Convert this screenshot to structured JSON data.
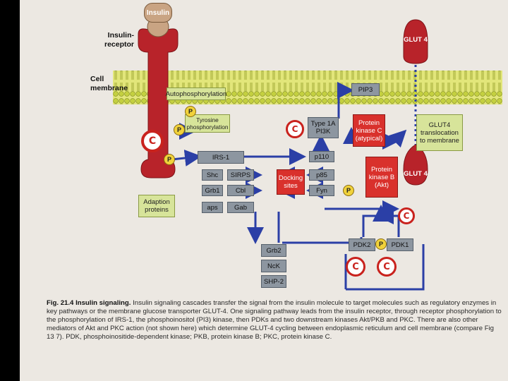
{
  "figure": {
    "insulin": "Insulin",
    "insulin_receptor": "Insulin-\nreceptor",
    "cell_membrane": "Cell\nmembrane",
    "autophosphorylation": "Autophosphorylation",
    "tyrosine_phosphorylation": "Tyrosine\nphosphorylation",
    "p_tag": "P",
    "pip3": "PIP3",
    "type1a_pi3k": "Type 1A\nPI3K",
    "pkc": "Protein\nkinase C\n(atypical)",
    "glut4_top": "GLUT 4",
    "glut4_translocation": "GLUT4\ntranslocation\nto membrane",
    "glut4_bottom": "GLUT 4",
    "pkb": "Protein\nkinase B\n(Akt)",
    "irs1": "IRS-1",
    "shc": "Shc",
    "sirps": "SIRPS",
    "grb1": "Grb1",
    "cbl": "Cbl",
    "aps": "aps",
    "gab": "Gab",
    "docking_sites": "Docking\nsites",
    "p110": "p110",
    "p85": "p85",
    "fyn": "Fyn",
    "adaption_proteins": "Adaption\nproteins",
    "grb2": "Grb2",
    "nck": "NcK",
    "shp2": "SHP-2",
    "pdk2": "PDK2",
    "pdk1": "PDK1",
    "circle_glyph": "C"
  },
  "caption": {
    "fig_label": "Fig. 21.4",
    "title": "Insulin signaling.",
    "body": "Insulin signaling cascades transfer the signal from the insulin molecule to target molecules such as regulatory enzymes in key pathways or the membrane glucose transporter GLUT-4. One signaling pathway leads from the insulin receptor, through receptor phosphorylation to the phosphorylation of IRS-1, the phosphoinositol (PI3) kinase, then PDKs and two downstream kinases Akt/PKB and PKC. There are also other mediators of Akt and PKC action (not shown here) which determine GLUT-4 cycling between endoplasmic reticulum and cell membrane (compare Fig 13 7). PDK, phosphoinositide-dependent kinase; PKB, protein kinase B; PKC, protein kinase C."
  },
  "colors": {
    "membrane": "#ccd84e",
    "receptor": "#b8232a",
    "arrow": "#2b3fa6",
    "inhibit": "#c9221d"
  }
}
